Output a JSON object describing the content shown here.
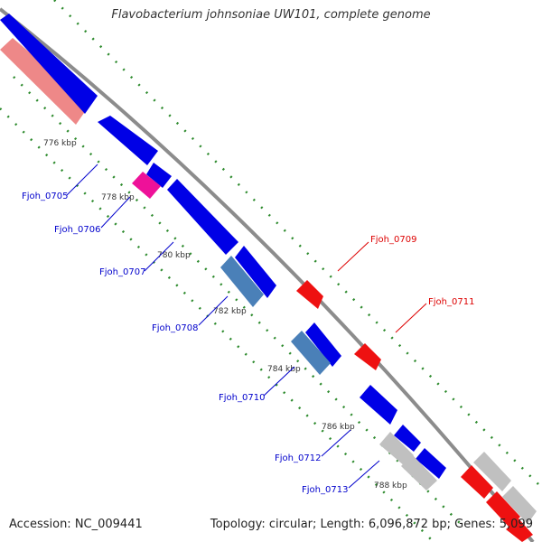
{
  "title": "Flavobacterium johnsoniae UW101, complete genome",
  "accession_text": "Accession: NC_009441",
  "topology_text": "Topology: circular; Length: 6,096,872 bp; Genes: 5,099",
  "colors": {
    "backbone": "#8c8c8c",
    "tick": "#2e8b2e",
    "forward_gene": "#0000e6",
    "reverse_gene": "#ee1111",
    "steelblue_gene": "#4a80b8",
    "magenta_gene": "#ee1199",
    "pink_gene": "#ee8888",
    "grey_gene": "#c0c0c0",
    "label_forward": "#0000cc",
    "label_reverse": "#dd0000",
    "scale_text": "#333333"
  },
  "scale_labels": [
    "776 kbp",
    "778 kbp",
    "780 kbp",
    "782 kbp",
    "784 kbp",
    "786 kbp",
    "788 kbp"
  ],
  "gene_labels": [
    {
      "text": "Fjoh_0705",
      "strand": "forward"
    },
    {
      "text": "Fjoh_0706",
      "strand": "forward"
    },
    {
      "text": "Fjoh_0707",
      "strand": "forward"
    },
    {
      "text": "Fjoh_0708",
      "strand": "forward"
    },
    {
      "text": "Fjoh_0709",
      "strand": "reverse"
    },
    {
      "text": "Fjoh_0710",
      "strand": "forward"
    },
    {
      "text": "Fjoh_0711",
      "strand": "reverse"
    },
    {
      "text": "Fjoh_0712",
      "strand": "forward"
    },
    {
      "text": "Fjoh_0713",
      "strand": "forward"
    }
  ]
}
